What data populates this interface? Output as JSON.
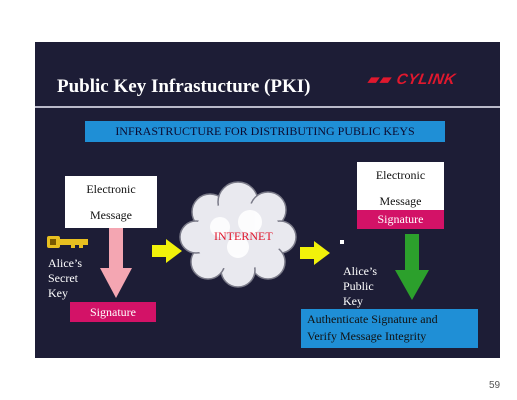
{
  "slide": {
    "title": "Public Key Infrastucture (PKI)",
    "logo_text": "CYLINK",
    "banner": "INFRASTRUCTURE FOR DISTRIBUTING PUBLIC KEYS"
  },
  "left": {
    "message_line1": "Electronic",
    "message_line2": "Message",
    "key_label_line1": "Alice’s",
    "key_label_line2": "Secret",
    "key_label_line3": "Key",
    "signature": "Signature"
  },
  "cloud": {
    "label": "INTERNET"
  },
  "right": {
    "message_line1": "Electronic",
    "message_line2": "Message",
    "signature": "Signature",
    "key_label_line1": "Alice’s",
    "key_label_line2": "Public",
    "key_label_line3": "Key",
    "result_line1": "Authenticate Signature and",
    "result_line2": "Verify Message Integrity"
  },
  "page_number": "59",
  "colors": {
    "slide_bg": "#1d1d36",
    "accent_blue": "#1f8fd6",
    "signature_magenta": "#d31267",
    "brand_red": "#e0182e",
    "arrow_yellow": "#f2f20a",
    "arrow_pink": "#f4a6b2",
    "arrow_green": "#2ca02c",
    "key_gold": "#e8c020"
  }
}
